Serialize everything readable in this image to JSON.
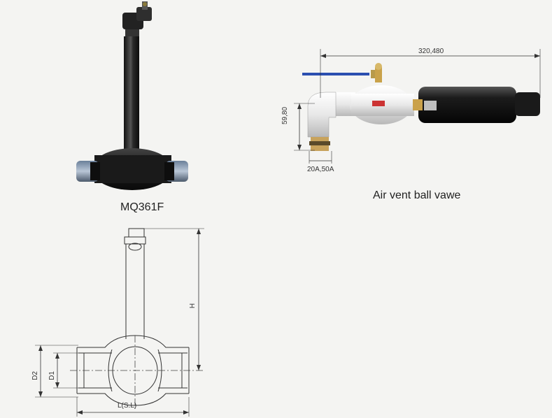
{
  "captions": {
    "valve_model": "MQ361F",
    "air_vent": "Air vent ball vawe"
  },
  "air_vent_dims": {
    "length": "320,480",
    "height": "59,80",
    "size": "20A,50A"
  },
  "drawing_dims": {
    "height": "H",
    "outer_diameter": "D2",
    "inner_diameter": "D1",
    "length": "L(S.L)"
  }
}
